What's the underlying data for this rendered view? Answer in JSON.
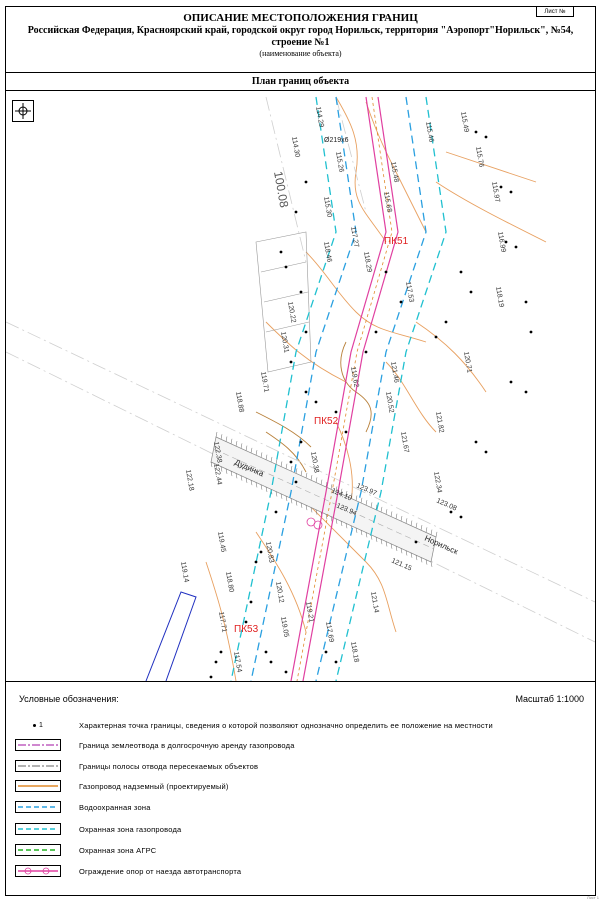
{
  "header": {
    "sheet_label": "Лист №",
    "title": "ОПИСАНИЕ МЕСТОПОЛОЖЕНИЯ ГРАНИЦ",
    "line2": "Российская Федерация, Красноярский край, городской округ город Норильск, территория \"Аэропорт\"Норильск\", №54,",
    "line3": "строение №1",
    "object_caption": "(наименование объекта)"
  },
  "plan": {
    "title": "План границ объекта",
    "compass_icon": "north-arrow-icon"
  },
  "map": {
    "pickets": [
      "ПК51",
      "ПК52",
      "ПК53"
    ],
    "road_label": "Дудинка",
    "road_label_2": "Норильск",
    "pipe_label": "Ø219х6",
    "spot_heights": [
      {
        "v": "115.49"
      },
      {
        "v": "115.76"
      },
      {
        "v": "115.97"
      },
      {
        "v": "116.99"
      },
      {
        "v": "118.19"
      },
      {
        "v": "120.71"
      },
      {
        "v": "121.82"
      },
      {
        "v": "122.34"
      },
      {
        "v": "123.08"
      },
      {
        "v": "121.15"
      },
      {
        "v": "121.14"
      },
      {
        "v": "118.18"
      },
      {
        "v": "114.29"
      },
      {
        "v": "114.30"
      },
      {
        "v": "115.48"
      },
      {
        "v": "115.26"
      },
      {
        "v": "115.30"
      },
      {
        "v": "117.27"
      },
      {
        "v": "118.46"
      },
      {
        "v": "118.29"
      },
      {
        "v": "120.22"
      },
      {
        "v": "120.31"
      },
      {
        "v": "119.71"
      },
      {
        "v": "118.88"
      },
      {
        "v": "122.38"
      },
      {
        "v": "122.44"
      },
      {
        "v": "122.18"
      },
      {
        "v": "119.45"
      },
      {
        "v": "119.14"
      },
      {
        "v": "118.80"
      },
      {
        "v": "117.71"
      },
      {
        "v": "117.54"
      },
      {
        "v": "120.83"
      },
      {
        "v": "120.12"
      },
      {
        "v": "119.21"
      },
      {
        "v": "117.69"
      },
      {
        "v": "119.05"
      },
      {
        "v": "121.46"
      },
      {
        "v": "120.52"
      },
      {
        "v": "121.67"
      },
      {
        "v": "119.62"
      },
      {
        "v": "120.38"
      },
      {
        "v": "124.10"
      },
      {
        "v": "123.94"
      },
      {
        "v": "123.97"
      },
      {
        "v": "115.68"
      },
      {
        "v": "117.53"
      },
      {
        "v": "115.46"
      },
      {
        "v": "100.08"
      }
    ]
  },
  "legend": {
    "title": "Условные обозначения:",
    "scale": "Масштаб 1:1000",
    "items": [
      {
        "symbol": "point",
        "marker": "1",
        "label": "Характерная точка границы, сведения о которой позволяют однозначно определить ее положение на местности",
        "color": "#000000"
      },
      {
        "symbol": "dash-dot",
        "label": "Граница землеотвода в долгосрочную аренду газопровода",
        "color": "#c060c0"
      },
      {
        "symbol": "dash-dot",
        "label": "Границы полосы отвода пересекаемых объектов",
        "color": "#999999"
      },
      {
        "symbol": "solid",
        "label": "Газопровод надземный (проектируемый)",
        "color": "#e08a2a"
      },
      {
        "symbol": "dashed",
        "label": "Водоохранная зона",
        "color": "#2aa0e0"
      },
      {
        "symbol": "dashed",
        "label": "Охранная зона газопровода",
        "color": "#20c0d0"
      },
      {
        "symbol": "dashed",
        "label": "Охранная зона АГРС",
        "color": "#20b020"
      },
      {
        "symbol": "fence",
        "label": "Ограждение опор от наезда автотранспорта",
        "color": "#e040a0"
      }
    ]
  },
  "footer": {
    "note": "Лист 1"
  }
}
